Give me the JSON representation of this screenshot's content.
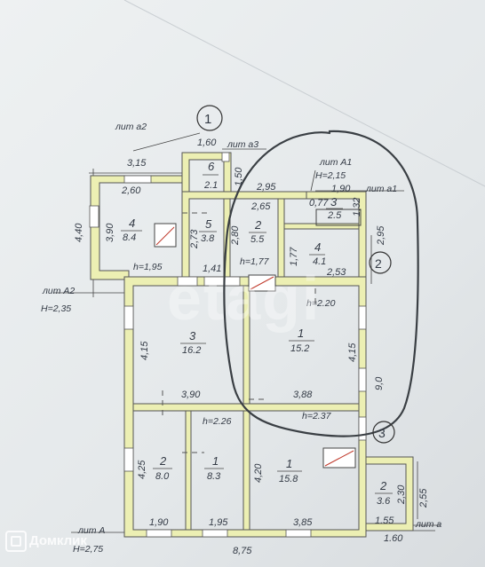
{
  "plan": {
    "section_markers": [
      "1",
      "2",
      "3"
    ],
    "lit_labels": {
      "a2": "лит а2",
      "a3": "лит а3",
      "A1": "лит А1",
      "a1": "лит а1",
      "A2": "лит А2",
      "A": "лит А",
      "a": "лит а"
    },
    "heights": {
      "A1": "H=2,15",
      "A2": "H=2,35",
      "A": "H=2,75",
      "h_195": "h=1,95",
      "h_177": "h=1,77",
      "h_220": "h=2.20",
      "h_226": "h=2.26",
      "h_237": "h=2.37"
    },
    "rooms": [
      {
        "num": "6",
        "area": "2.1"
      },
      {
        "num": "4",
        "area": "8.4"
      },
      {
        "num": "5",
        "area": "3.8"
      },
      {
        "num": "2",
        "area": "5.5"
      },
      {
        "num": "3",
        "area": "2.5"
      },
      {
        "num": "4",
        "area": "4.1"
      },
      {
        "num": "3",
        "area": "16.2"
      },
      {
        "num": "1",
        "area": "15.2"
      },
      {
        "num": "2",
        "area": "8.0"
      },
      {
        "num": "1",
        "area": "8.3"
      },
      {
        "num": "1",
        "area": "15.8"
      },
      {
        "num": "2",
        "area": "3.6"
      }
    ],
    "dimensions": {
      "d160_top": "1,60",
      "d315": "3,15",
      "d150": "1,50",
      "d260": "2,60",
      "d295": "2,95",
      "d190_top": "1,90",
      "d265": "2,65",
      "d077": "0,77",
      "d132": "1,32",
      "d440": "4,40",
      "d390_left": "3,90",
      "d273": "2,73",
      "d280": "2,80",
      "d177": "1,77",
      "d253": "2,53",
      "d295_right": "2,95",
      "d141": "1,41",
      "d415_left": "4,15",
      "d415_right": "4,15",
      "d390": "3,90",
      "d388": "3,88",
      "d900": "9,0",
      "d425": "4,25",
      "d420": "4,20",
      "d230": "2,30",
      "d255": "2,55",
      "d190_bot": "1,90",
      "d195_bot": "1,95",
      "d385": "3,85",
      "d155": "1.55",
      "d875": "8,75",
      "d160_bot": "1.60"
    },
    "watermark_center": "etagi",
    "watermark_corner": "Домклик"
  }
}
